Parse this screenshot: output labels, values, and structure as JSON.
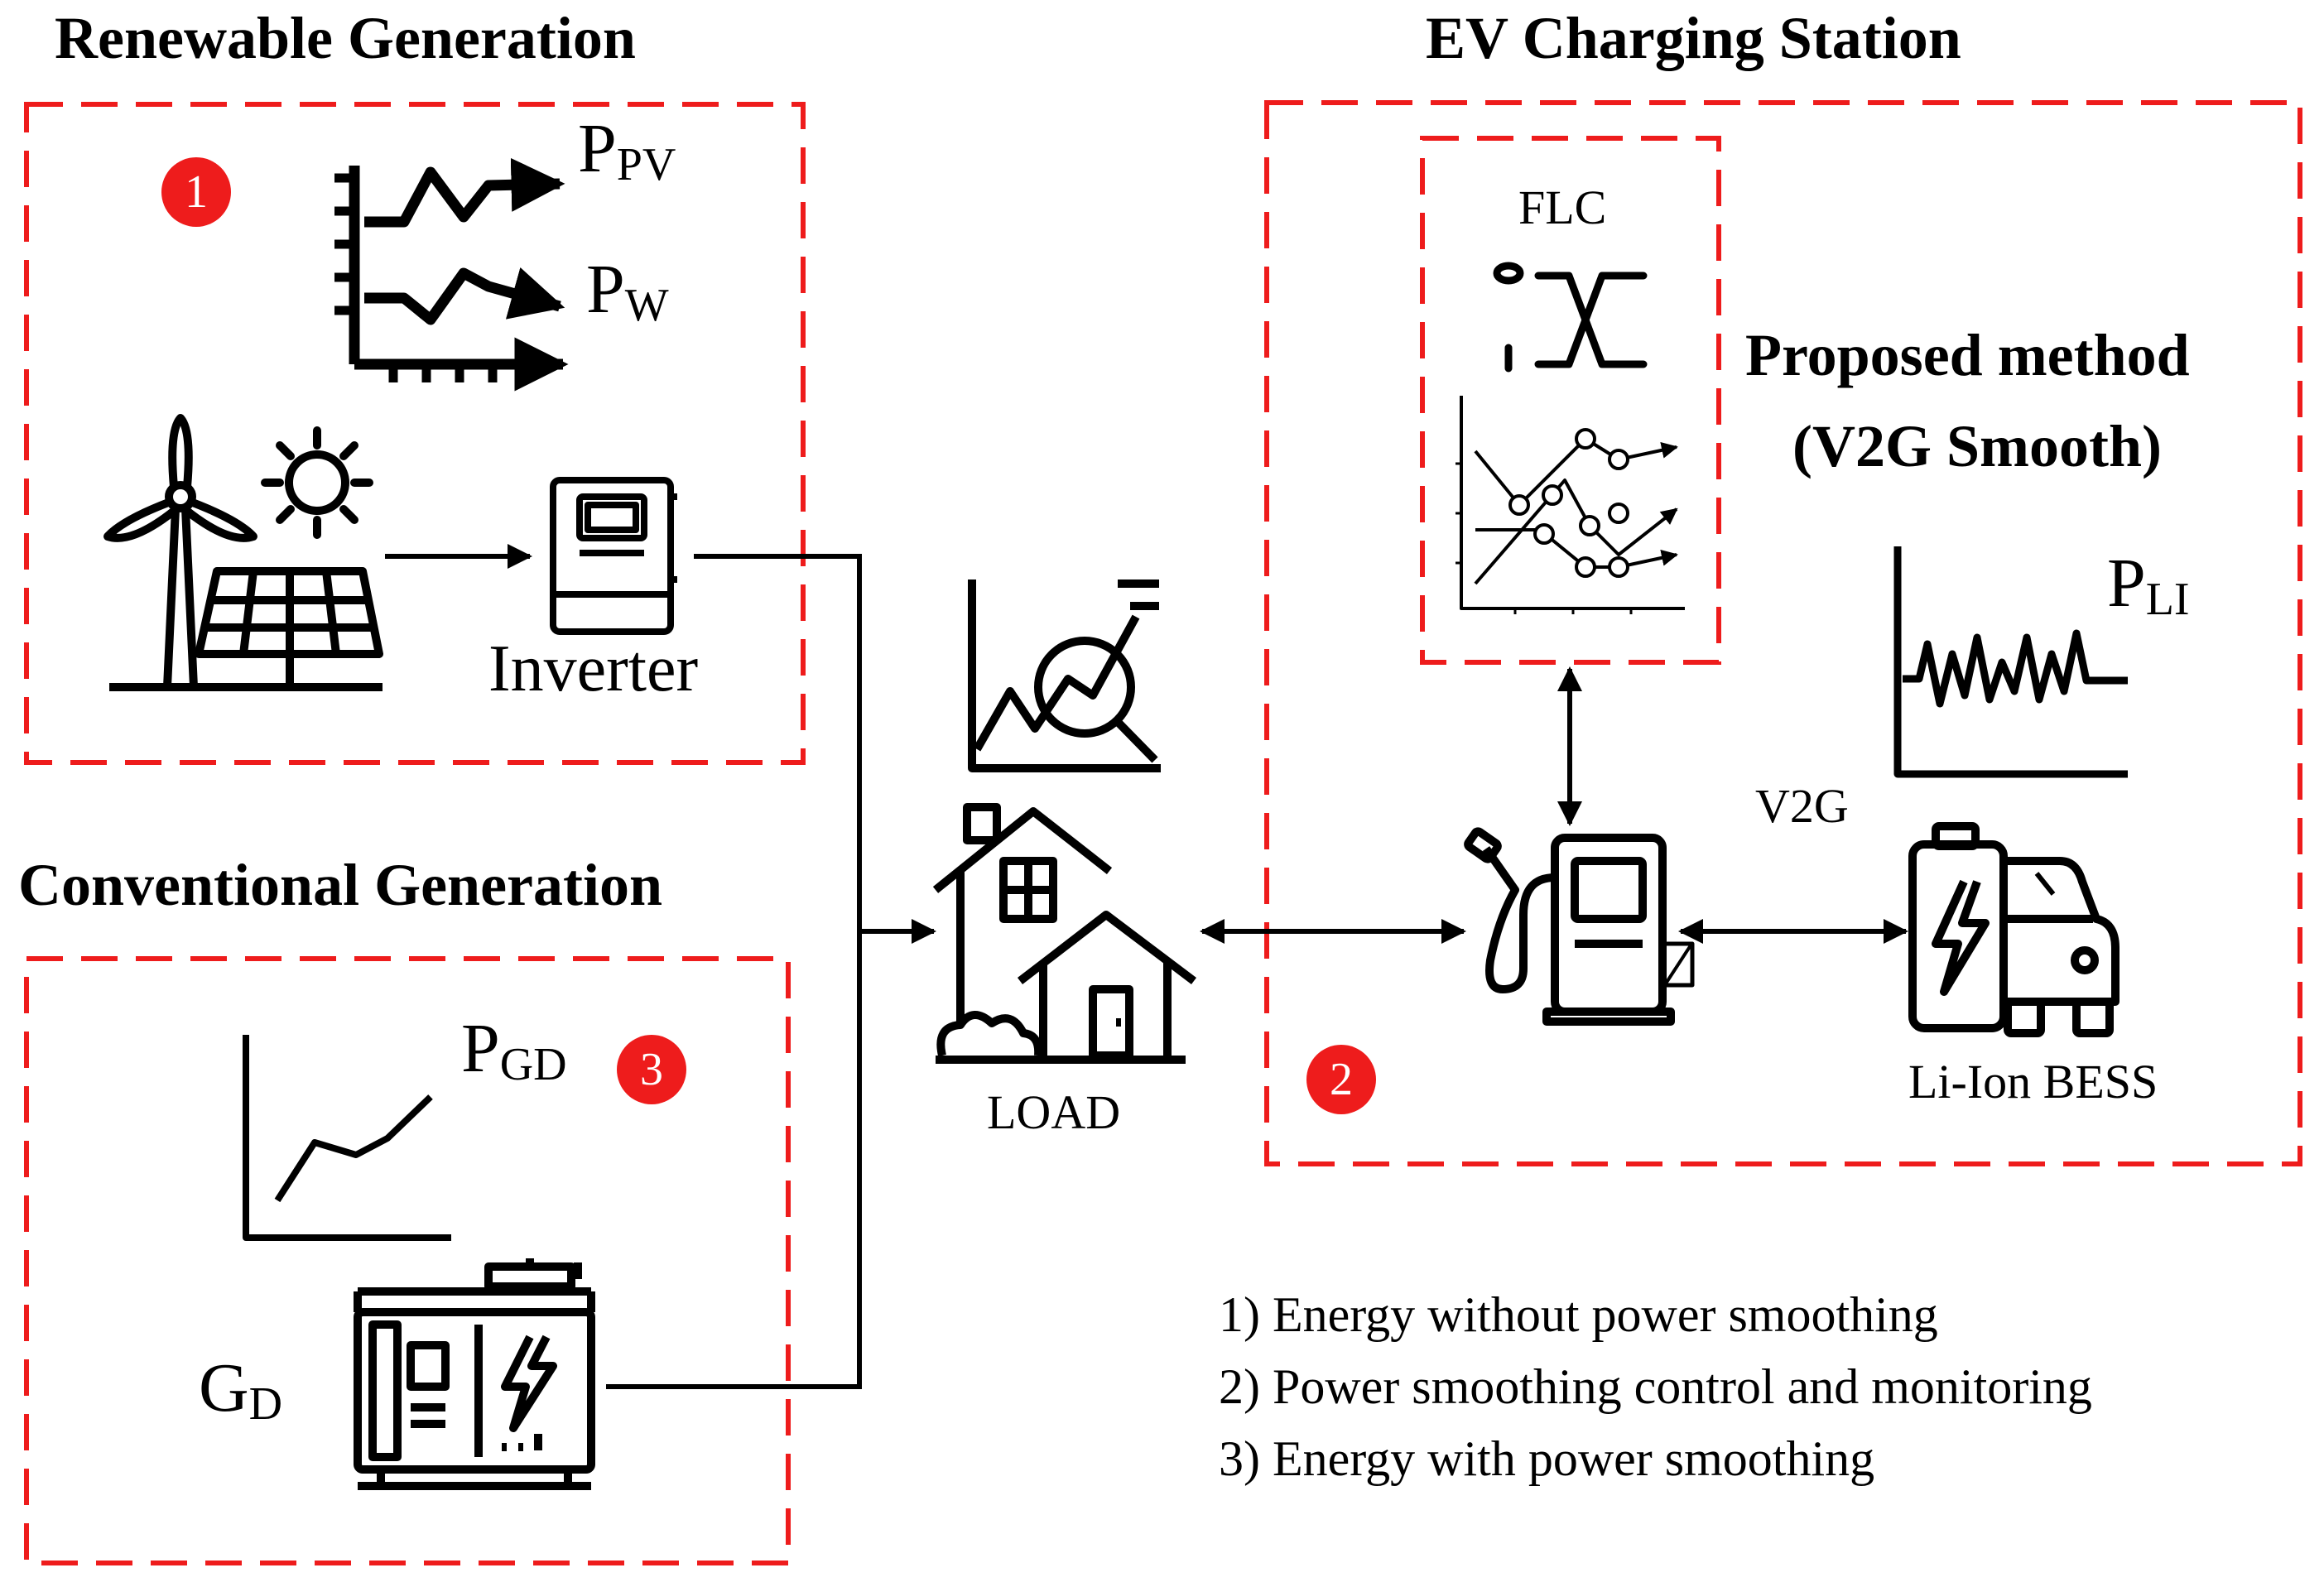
{
  "sections": {
    "renewable": {
      "title": "Renewable Generation",
      "badge": "1"
    },
    "conventional": {
      "title": "Conventional Generation",
      "badge": "3"
    },
    "ev": {
      "title": "EV Charging Station",
      "badge": "2"
    }
  },
  "labels": {
    "ppv": {
      "base": "P",
      "sub": "PV"
    },
    "pw": {
      "base": "P",
      "sub": "W"
    },
    "pgd": {
      "base": "P",
      "sub": "GD"
    },
    "gd": {
      "base": "G",
      "sub": "D"
    },
    "pli": {
      "base": "P",
      "sub": "LI"
    },
    "inverter": "Inverter",
    "load": "LOAD",
    "flc": "FLC",
    "proposed_line1": "Proposed method",
    "proposed_line2": "(V2G Smooth)",
    "v2g": "V2G",
    "bess": "Li-Ion BESS"
  },
  "legend": [
    "1) Energy without power smoothing",
    "2) Power smoothing control and monitoring",
    "3) Energy with power smoothing"
  ],
  "colors": {
    "dash": "#ee1c1c",
    "badge": "#ee1c1c",
    "ink": "#000000"
  },
  "icons": [
    "wind-turbine-icon",
    "sun-icon",
    "solar-panel-icon",
    "power-chart-icon",
    "inverter-icon",
    "generator-icon",
    "house-icon",
    "analytics-icon",
    "fuzzy-logic-icon",
    "charger-icon",
    "ev-battery-car-icon",
    "pli-chart-icon",
    "pgd-chart-icon"
  ]
}
